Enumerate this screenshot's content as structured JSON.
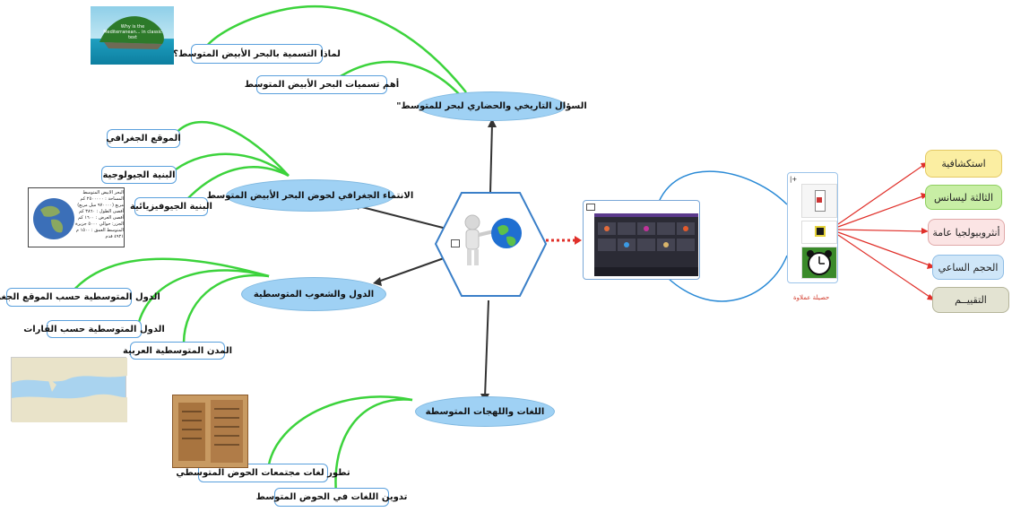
{
  "center": {
    "icon": "person-with-globe-icon",
    "tag_icon": "page-icon"
  },
  "branches": [
    {
      "label": "السؤال التاريخي والحضاري لبحر للمتوسط\"",
      "children": [
        "لماذا التسمية بالبحر الأبيض المتوسط؟",
        "أهم تسميات البحر الأبيض المتوسط"
      ]
    },
    {
      "label": "الانتماء الجغرافي لحوض البحر الأبيض المتوسط",
      "children": [
        "الموقع الجغرافي",
        "البنية الجيولوجية",
        "البنية الجيوفيزيائية"
      ]
    },
    {
      "label": "الدول والشعوب المتوسطية",
      "children": [
        "الدول المتوسطية حسب الموقع الجغرافي",
        "الدول المتوسطية حسب القارات",
        "المدن المتوسطية العربية"
      ]
    },
    {
      "label": "اللغات واللهجات المتوسطة",
      "children": [
        "تطور لغات مجتمعات الحوض المتوسطي",
        "تدوين اللغات في الحوض المتوسط"
      ]
    }
  ],
  "images": {
    "island_caption": "Why is the Mediterranean... in classic text",
    "globe_text": "البحر الأبيض المتوسط المساحة : ٢٥٠٠٠٠٠ كم مربع (٩٧٠٠٠٠ ميل مربع) أقصى الطول : ٣٨٦٠ كم أقصى العرض : ١٦٠٠ كم الجزر: حوالي ٥٠٠٠ جزيرة المتوسط العمق : ١٥٠٠ م ٤٩٢١ قدم"
  },
  "resource_caption": "حصيلة عملاوة",
  "right_items": [
    {
      "label": "استكشافية",
      "color": "#fbeea2",
      "border": "#e4c964"
    },
    {
      "label": "الثالثة ليسانس",
      "color": "#c8eea5",
      "border": "#8fcf60"
    },
    {
      "label": "أنثروبيولجيا عامة",
      "color": "#fbe4e4",
      "border": "#e0a8a8"
    },
    {
      "label": "الحجم الساعي",
      "color": "#cfe6f8",
      "border": "#8fbde5"
    },
    {
      "label": "التقييــم",
      "color": "#e3e3d2",
      "border": "#b5b59a"
    }
  ],
  "colors": {
    "branch_fill": "#9fd1f4",
    "green_link": "#3cd33c",
    "red_link": "#e0302a",
    "blue_link": "#2a8ad6",
    "dark_link": "#333333"
  }
}
